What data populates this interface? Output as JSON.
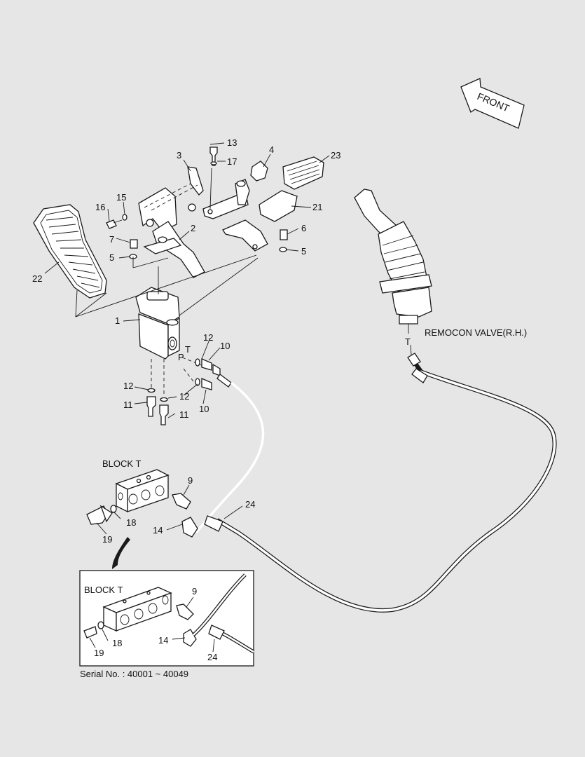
{
  "front_arrow": {
    "text": "FRONT"
  },
  "remocon_valve": {
    "label": "REMOCON VALVE(R.H.)",
    "port_label": "T"
  },
  "valve_ports": {
    "t": "T",
    "p": "P"
  },
  "block_t": {
    "label": "BLOCK T"
  },
  "inset": {
    "block_label": "BLOCK T"
  },
  "serial": {
    "text": "Serial No. : 40001 ~ 40049"
  },
  "callouts": {
    "n1": "1",
    "n2": "2",
    "n3": "3",
    "n4": "4",
    "n5a": "5",
    "n5b": "5",
    "n6": "6",
    "n7": "7",
    "n9": "9",
    "n10a": "10",
    "n10b": "10",
    "n11a": "11",
    "n11b": "11",
    "n12a": "12",
    "n12b": "12",
    "n12c": "12",
    "n13": "13",
    "n14": "14",
    "n15": "15",
    "n16": "16",
    "n17": "17",
    "n18": "18",
    "n19": "19",
    "n21": "21",
    "n22": "22",
    "n23": "23",
    "n24": "24",
    "i9": "9",
    "i14": "14",
    "i18": "18",
    "i19": "19",
    "i24": "24"
  }
}
